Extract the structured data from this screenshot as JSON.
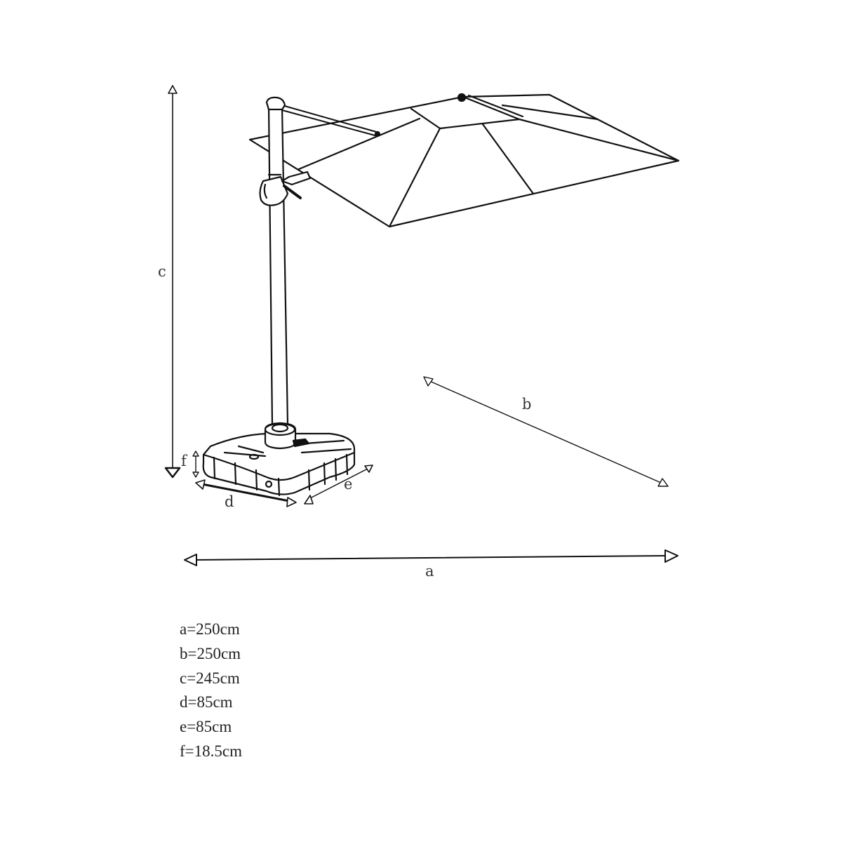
{
  "labels": {
    "a": "a",
    "b": "b",
    "c": "c",
    "d": "d",
    "e": "e",
    "f": "f"
  },
  "dimensions": [
    "a=250cm",
    "b=250cm",
    "c=245cm",
    "d=85cm",
    "e=85cm",
    "f=18.5cm"
  ],
  "colors": {
    "line": "#111111",
    "background": "#ffffff"
  }
}
